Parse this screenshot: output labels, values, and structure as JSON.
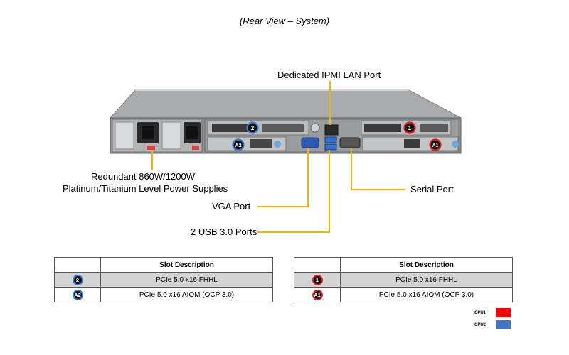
{
  "caption": "(Rear View – System)",
  "callouts": {
    "ipmi": "Dedicated IPMI  LAN Port",
    "psu_line1": "Redundant  860W/1200W",
    "psu_line2": "Platinum/Titanium  Level Power Supplies",
    "vga": "VGA Port",
    "usb": "2 USB 3.0 Ports",
    "serial": "Serial Port"
  },
  "slot_badges": {
    "b2": "2",
    "bA2": "A2",
    "b1": "1",
    "bA1": "A1"
  },
  "tables": [
    {
      "header": "Slot Description",
      "rows": [
        {
          "badge": "2",
          "description": "PCIe 5.0 x16 FHHL"
        },
        {
          "badge": "A2",
          "description": "PCIe 5.0 x16 AIOM (OCP 3.0)"
        }
      ]
    },
    {
      "header": "Slot Description",
      "rows": [
        {
          "badge": "1",
          "description": "PCIe 5.0 x16 FHHL"
        },
        {
          "badge": "A1",
          "description": "PCIe 5.0 x16 AIOM (OCP 3.0)"
        }
      ]
    }
  ],
  "legend": [
    {
      "label": "CPU1",
      "color": "#ff0000"
    },
    {
      "label": "CPU2",
      "color": "#4472c4"
    }
  ],
  "colors": {
    "callout_line": "#f5b400",
    "cpu1": "#e02020",
    "cpu2": "#3d7ac8"
  }
}
